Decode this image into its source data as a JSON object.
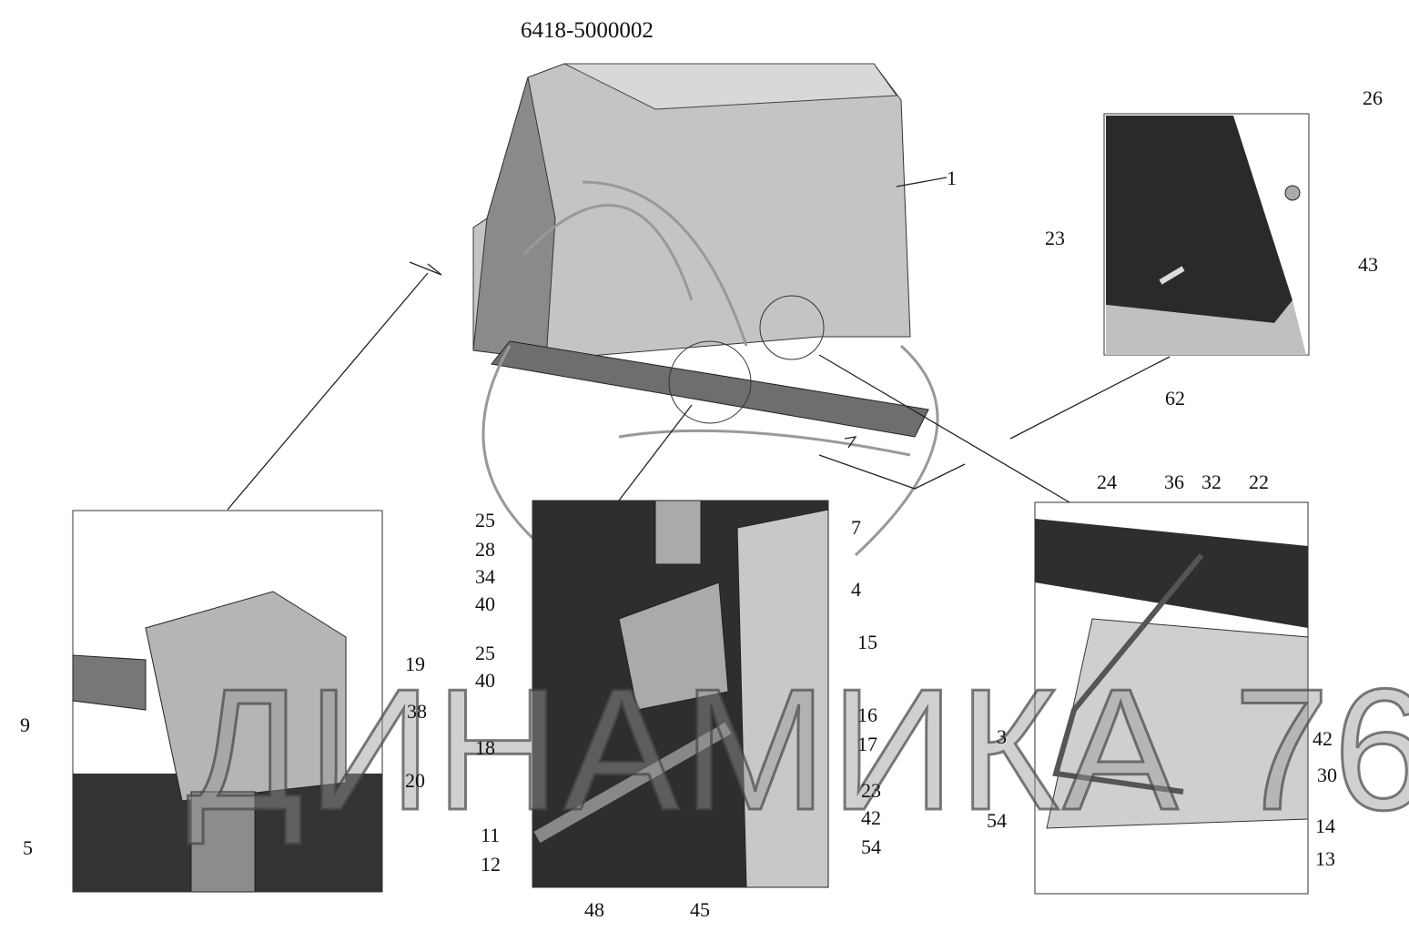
{
  "title": "6418-5000002",
  "watermark": "ДИНАМИКА 76",
  "colors": {
    "panel_dark": "#2a2a2a",
    "cab_grey": "#bdbdbd",
    "frame_grey": "#6e6e6e",
    "line": "#222222"
  },
  "callouts": [
    "1",
    "26",
    "23",
    "43",
    "62",
    "24",
    "36",
    "32",
    "22",
    "25",
    "28",
    "34",
    "40",
    "7",
    "4",
    "25",
    "40",
    "15",
    "19",
    "9",
    "38",
    "18",
    "16",
    "17",
    "20",
    "23",
    "42",
    "54",
    "11",
    "12",
    "5",
    "48",
    "45",
    "3",
    "42",
    "30",
    "54",
    "14",
    "13"
  ]
}
